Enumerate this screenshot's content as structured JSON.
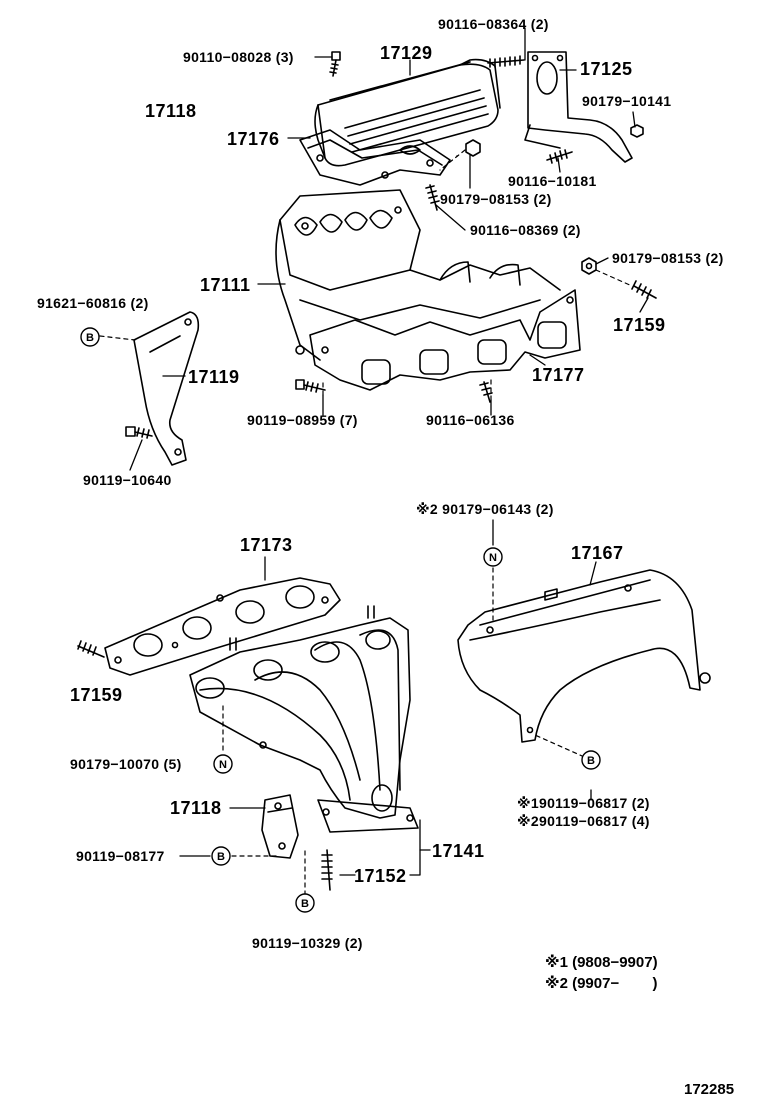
{
  "diagram": {
    "labels": {
      "p90116_08364": "90116−08364 (2)",
      "p90110_08028": "90110−08028 (3)",
      "p17129": "17129",
      "p17125": "17125",
      "p17118_top": "17118",
      "p90179_10141": "90179−10141",
      "p17176": "17176",
      "p90116_10181": "90116−10181",
      "p90179_08153_a": "90179−08153 (2)",
      "p90116_08369": "90116−08369 (2)",
      "p17111": "17111",
      "p90179_08153_b": "90179−08153 (2)",
      "p91621_60816": "91621−60816 (2)",
      "p17159_top": "17159",
      "p17119": "17119",
      "p17177": "17177",
      "p90119_08959": "90119−08959 (7)",
      "p90116_06136": "90116−06136",
      "p90119_10640": "90119−10640",
      "p90179_06143": "※2 90179−06143 (2)",
      "p17173": "17173",
      "p17167": "17167",
      "p17159_bot": "17159",
      "p90179_10070": "90179−10070 (5)",
      "p90119_06817_1": "※190119−06817 (2)",
      "p90119_06817_2": "※290119−06817 (4)",
      "p17118_bot": "17118",
      "p90119_08177": "90119−08177",
      "p17141": "17141",
      "p17152": "17152",
      "p90119_10329": "90119−10329 (2)"
    },
    "notes": {
      "note1": "※1 (9808−9907)",
      "note2": "※2 (9907−        )"
    },
    "figure_number": "172285",
    "symbols": {
      "bolt_b": "B",
      "nut_n": "N"
    }
  }
}
